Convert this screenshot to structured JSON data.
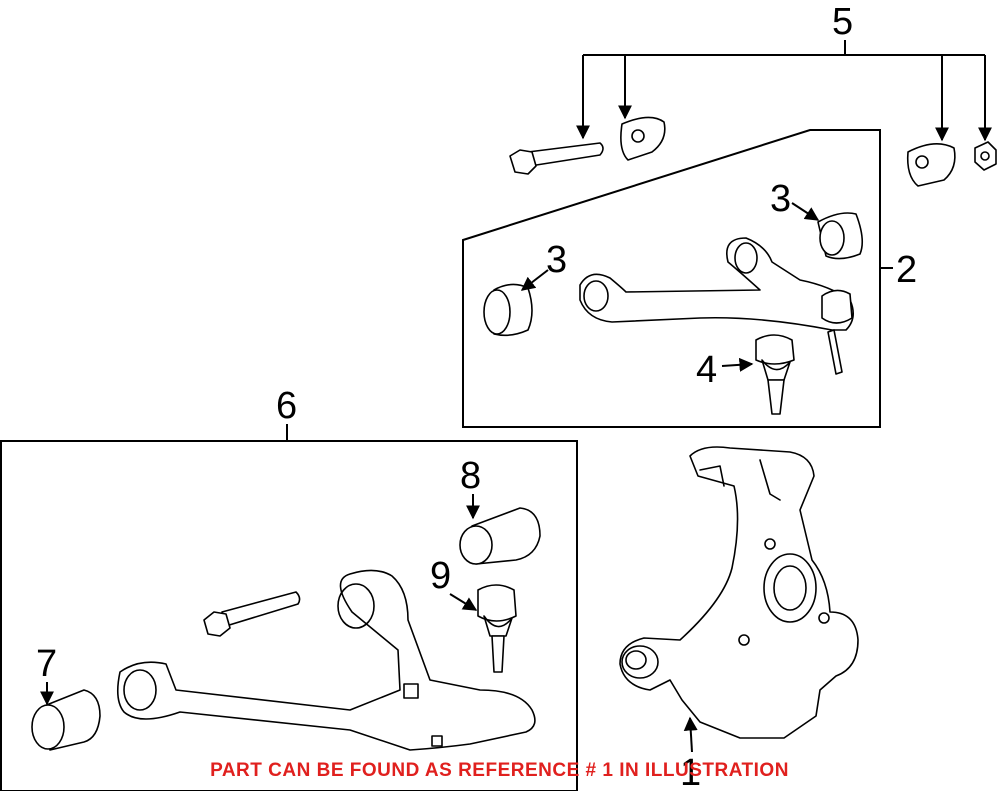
{
  "callouts": {
    "c1": "1",
    "c2": "2",
    "c3a": "3",
    "c3b": "3",
    "c4": "4",
    "c5": "5",
    "c6": "6",
    "c7": "7",
    "c8": "8",
    "c9": "9"
  },
  "notice": "PART CAN BE FOUND AS REFERENCE # 1 IN ILLUSTRATION",
  "colors": {
    "notice": "#e0201e",
    "line": "#000000"
  }
}
